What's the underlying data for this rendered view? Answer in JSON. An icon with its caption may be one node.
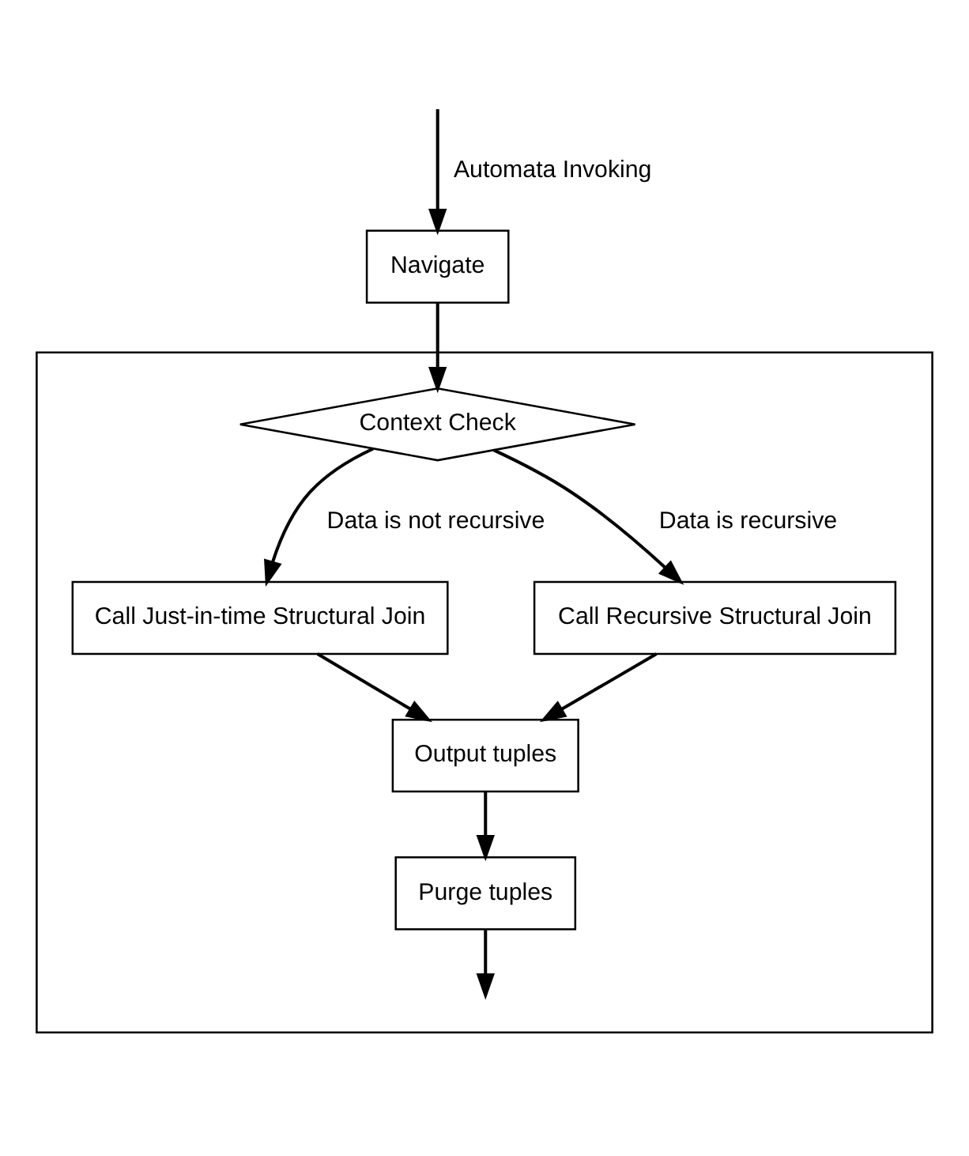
{
  "diagram": {
    "nodes": [
      {
        "text": [
          "Navigate"
        ]
      },
      {
        "text": [],
        "shape": "box"
      },
      {
        "text": [
          "Context Check"
        ],
        "in": 1
      },
      {
        "text": [
          "Call Just-in-time Structural Join"
        ],
        "in": 1
      },
      {
        "text": [
          "Call Recursive Structural Join"
        ],
        "in": 1
      },
      {
        "text": [
          "Output tuples"
        ],
        "in": 1
      },
      {
        "text": [
          "Purge tuples"
        ],
        "in": 1
      }
    ],
    "edges": [
      {
        "from": null,
        "to": 0,
        "arrow": "to",
        "label": "Automata Invoking"
      },
      {
        "from": 0,
        "to": 2,
        "arrow": "to"
      },
      {
        "from": 2,
        "to": 3,
        "arrow": "to",
        "label": "Data is not recursive"
      },
      {
        "from": 2,
        "to": 4,
        "arrow": "to",
        "label": "Data is recursive"
      },
      {
        "from": 3,
        "to": 5,
        "arrow": "to"
      },
      {
        "from": 4,
        "to": 5,
        "arrow": "to"
      },
      {
        "from": 5,
        "to": 6,
        "arrow": "to"
      },
      {
        "from": 6,
        "to": null,
        "arrow": "to"
      }
    ]
  }
}
